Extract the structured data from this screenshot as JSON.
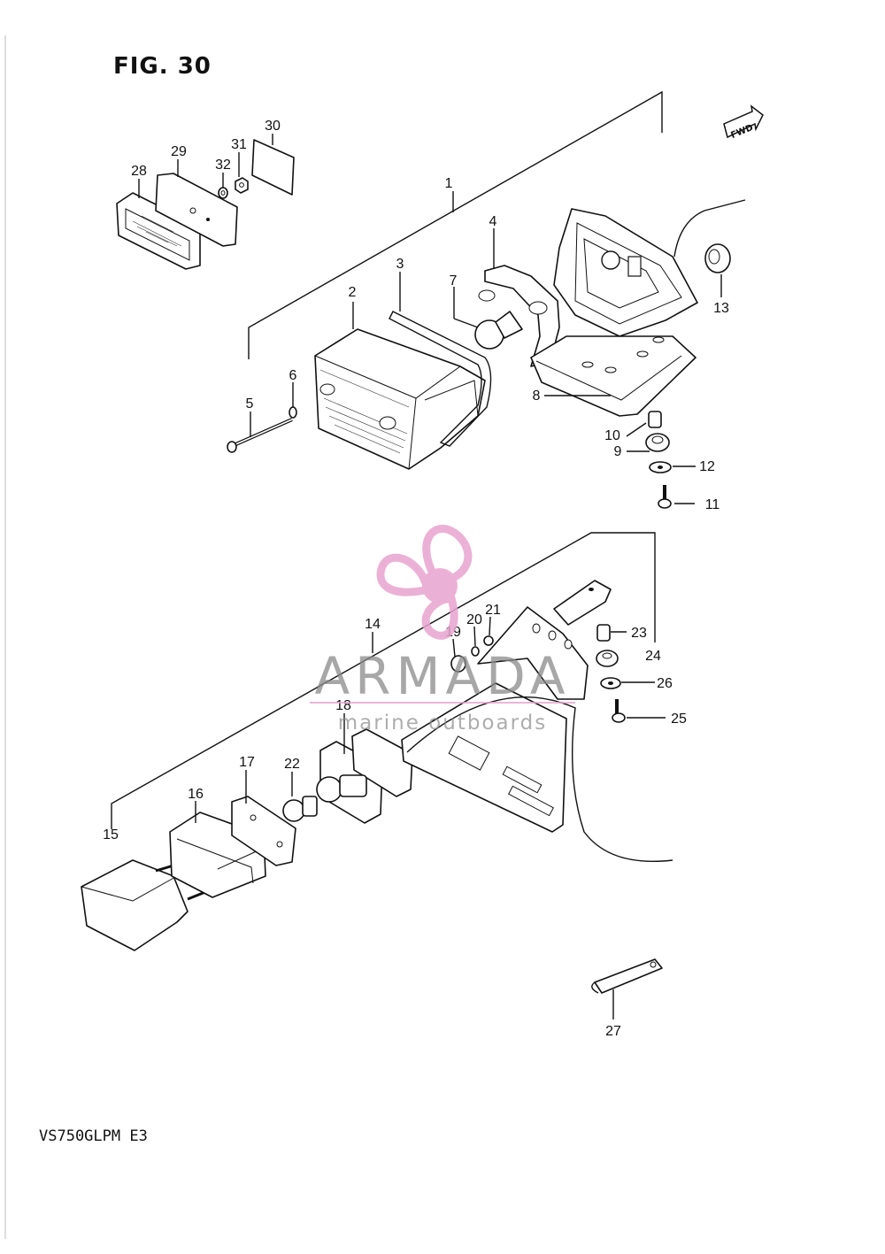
{
  "figure": {
    "title": "FIG. 30",
    "model_code": "VS750GLPM  E3",
    "direction_badge": "FWD"
  },
  "watermark": {
    "name": "ARMADA",
    "subtitle": "marine outboards",
    "logo_color": "#e8a3cf",
    "text_color": "#8a8a8a"
  },
  "parts": [
    {
      "id": "p1",
      "label": "1"
    },
    {
      "id": "p2",
      "label": "2"
    },
    {
      "id": "p3",
      "label": "3"
    },
    {
      "id": "p4",
      "label": "4"
    },
    {
      "id": "p5",
      "label": "5"
    },
    {
      "id": "p6",
      "label": "6"
    },
    {
      "id": "p7",
      "label": "7"
    },
    {
      "id": "p8",
      "label": "8"
    },
    {
      "id": "p9",
      "label": "9"
    },
    {
      "id": "p10",
      "label": "10"
    },
    {
      "id": "p11",
      "label": "11"
    },
    {
      "id": "p12",
      "label": "12"
    },
    {
      "id": "p13",
      "label": "13"
    },
    {
      "id": "p14",
      "label": "14"
    },
    {
      "id": "p15",
      "label": "15"
    },
    {
      "id": "p16",
      "label": "16"
    },
    {
      "id": "p17",
      "label": "17"
    },
    {
      "id": "p18",
      "label": "18"
    },
    {
      "id": "p19",
      "label": "19"
    },
    {
      "id": "p20",
      "label": "20"
    },
    {
      "id": "p21",
      "label": "21"
    },
    {
      "id": "p22",
      "label": "22"
    },
    {
      "id": "p23",
      "label": "23"
    },
    {
      "id": "p24",
      "label": "24"
    },
    {
      "id": "p25",
      "label": "25"
    },
    {
      "id": "p26",
      "label": "26"
    },
    {
      "id": "p27",
      "label": "27"
    },
    {
      "id": "p28",
      "label": "28"
    },
    {
      "id": "p29",
      "label": "29"
    },
    {
      "id": "p30",
      "label": "30"
    },
    {
      "id": "p31",
      "label": "31"
    },
    {
      "id": "p32",
      "label": "32"
    }
  ]
}
